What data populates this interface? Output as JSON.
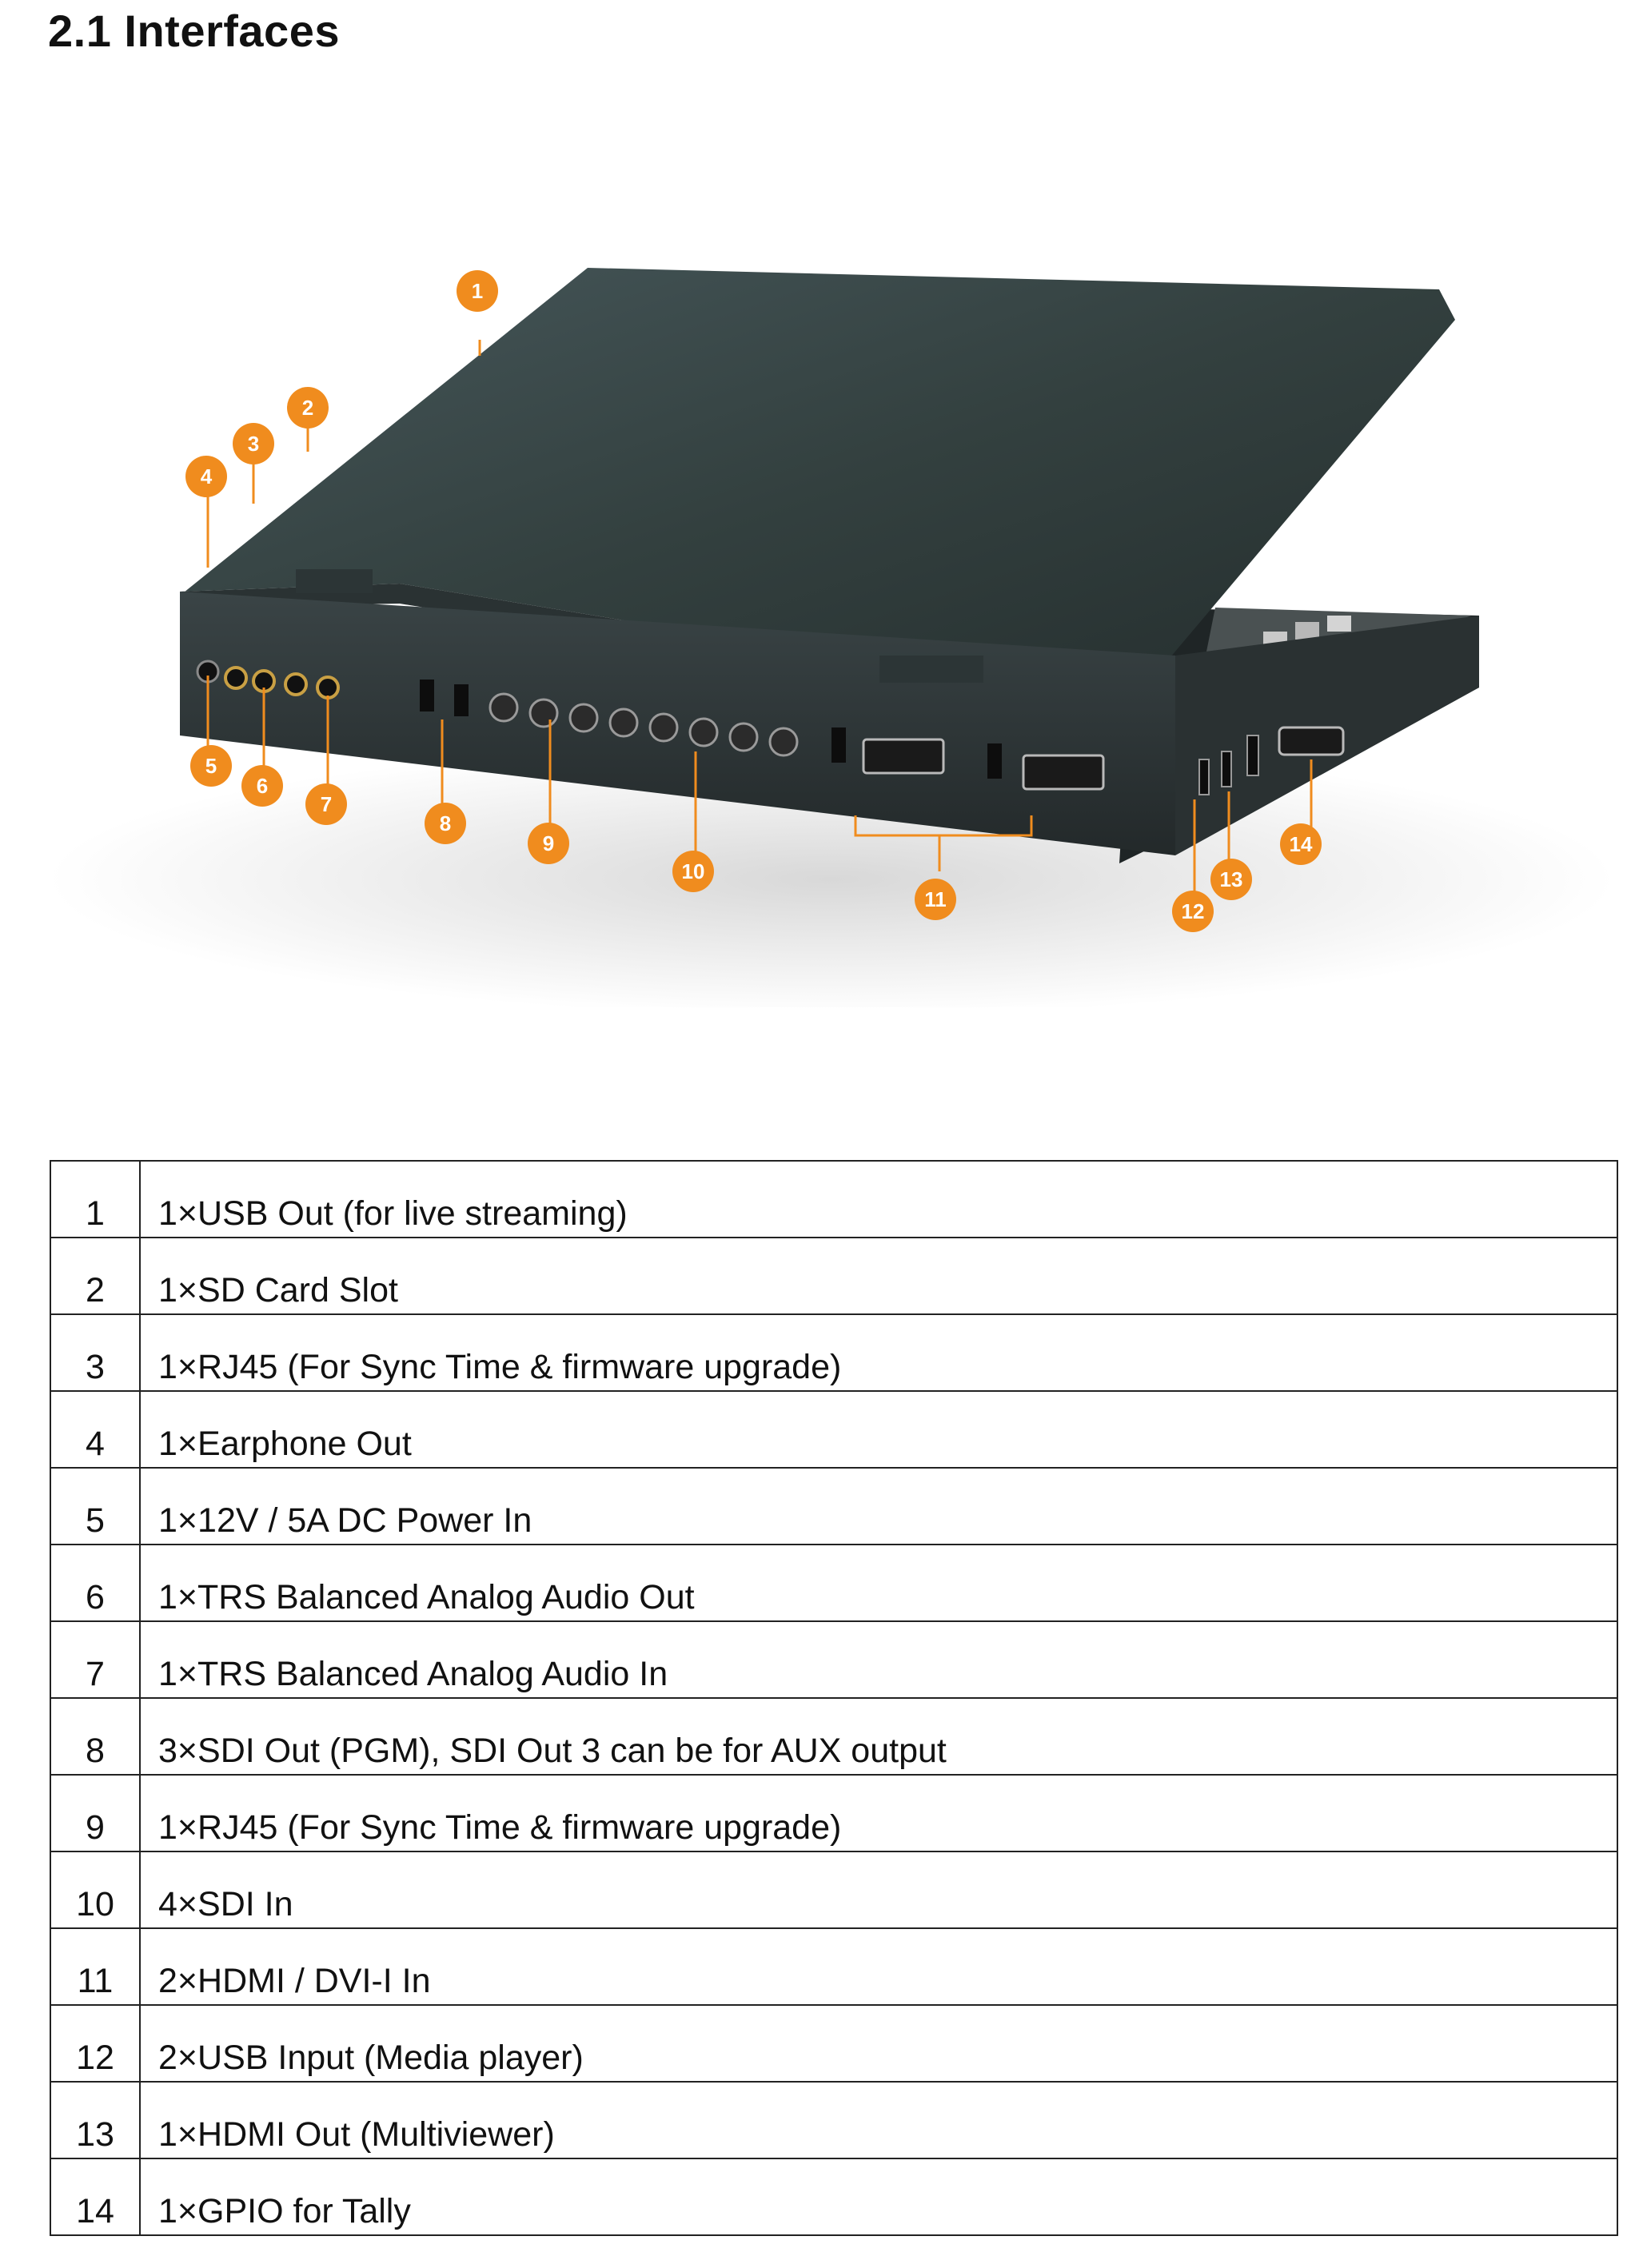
{
  "heading": "2.1 Interfaces",
  "figure": {
    "callouts": [
      "1",
      "2",
      "3",
      "4",
      "5",
      "6",
      "7",
      "8",
      "9",
      "10",
      "11",
      "12",
      "13",
      "14"
    ],
    "accent_color": "#f08c1e",
    "body_color": "#2f3a3d"
  },
  "interfaces": [
    {
      "num": "1",
      "desc": "1×USB Out (for live streaming)"
    },
    {
      "num": "2",
      "desc": "1×SD Card Slot"
    },
    {
      "num": "3",
      "desc": "1×RJ45 (For Sync Time & firmware upgrade)"
    },
    {
      "num": "4",
      "desc": "1×Earphone Out"
    },
    {
      "num": "5",
      "desc": "1×12V / 5A DC Power In"
    },
    {
      "num": "6",
      "desc": "1×TRS Balanced Analog Audio Out"
    },
    {
      "num": "7",
      "desc": "1×TRS Balanced Analog Audio In"
    },
    {
      "num": "8",
      "desc": "3×SDI Out (PGM), SDI Out 3 can be for AUX output"
    },
    {
      "num": "9",
      "desc": "1×RJ45 (For Sync Time & firmware upgrade)"
    },
    {
      "num": "10",
      "desc": "4×SDI In"
    },
    {
      "num": "11",
      "desc": "2×HDMI / DVI-I In"
    },
    {
      "num": "12",
      "desc": "2×USB Input (Media player)"
    },
    {
      "num": "13",
      "desc": "1×HDMI Out (Multiviewer)"
    },
    {
      "num": "14",
      "desc": "1×GPIO for Tally"
    }
  ]
}
